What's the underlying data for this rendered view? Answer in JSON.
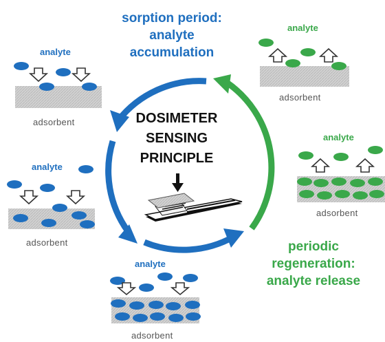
{
  "title_lines": [
    "DOSIMETER",
    "SENSING",
    "PRINCIPLE"
  ],
  "phases": {
    "sorption": [
      "sorption period:",
      "analyte",
      "accumulation"
    ],
    "regeneration": [
      "periodic",
      "regeneration:",
      "analyte release"
    ]
  },
  "labels": {
    "analyte": "analyte",
    "adsorbent": "adsorbent"
  },
  "colors": {
    "sorption": "#1f6fbf",
    "regeneration": "#3aa84a",
    "adsorbent_layer": "#c8c8c8",
    "arrow_outline": "#333333"
  },
  "stages": [
    {
      "name": "sorption-early",
      "phase": "sorption"
    },
    {
      "name": "sorption-mid",
      "phase": "sorption"
    },
    {
      "name": "sorption-saturated",
      "phase": "sorption"
    },
    {
      "name": "release-start",
      "phase": "regeneration"
    },
    {
      "name": "release-late",
      "phase": "regeneration"
    }
  ]
}
